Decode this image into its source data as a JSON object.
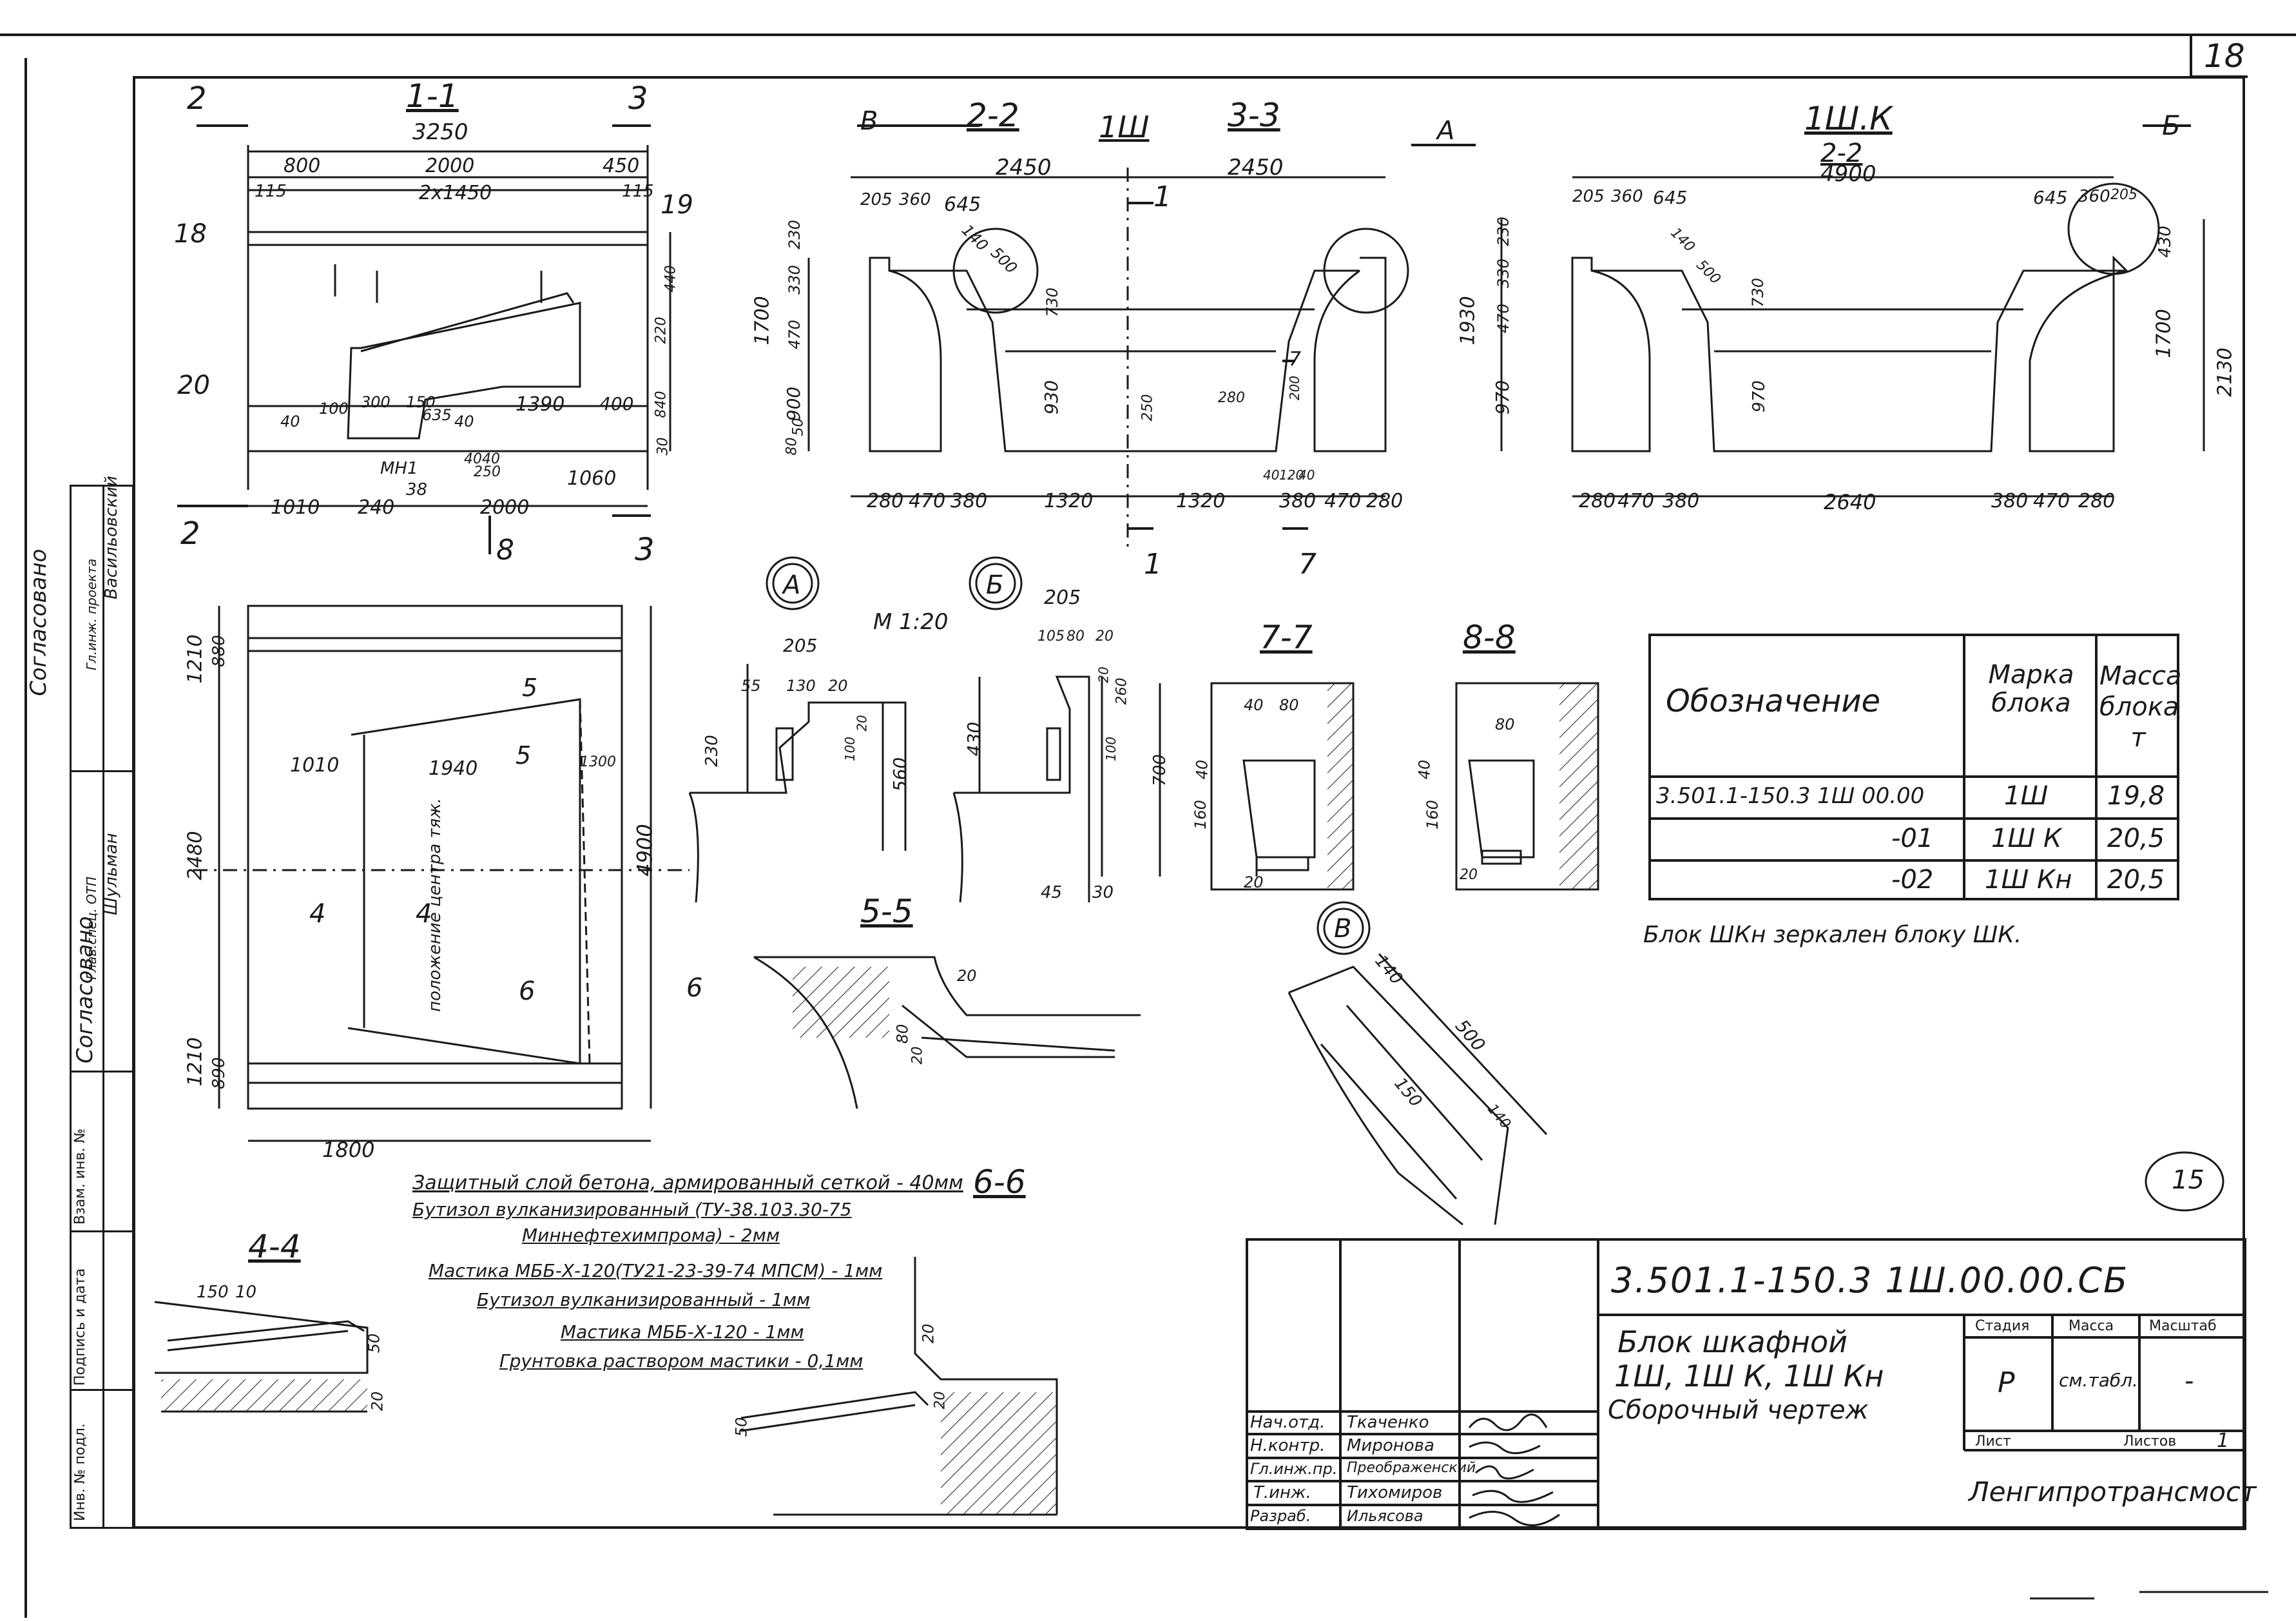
{
  "sheet": {
    "number": "18",
    "stamp_mark": "15"
  },
  "side_stamp": {
    "agreed_1": "Согласовано",
    "agreed_1_role": "Гл.инж. проекта",
    "agreed_1_name": "Васильовский",
    "agreed_2": "Согласовано",
    "agreed_2_role": "Глав.спец. ОТП",
    "agreed_2_name": "Шульман",
    "cells": [
      "Взам. инв. №",
      "Подпись и дата",
      "Инв. № подл."
    ]
  },
  "views": {
    "section_1_1": {
      "title": "1-1",
      "cut_marks": [
        "2",
        "3",
        "2",
        "3",
        "8"
      ],
      "dims": [
        "3250",
        "800",
        "2000",
        "450",
        "115",
        "2x1450",
        "115",
        "1010",
        "240",
        "2000",
        "1060",
        "1390",
        "400",
        "300",
        "100",
        "40",
        "150",
        "635",
        "40",
        "250",
        "4040",
        "38"
      ],
      "positions": [
        "18",
        "19",
        "20"
      ],
      "right_dims": [
        "440",
        "220",
        "840",
        "30"
      ],
      "label_mn": "МН1"
    },
    "section_2_2_3_3": {
      "title_left": "2-2",
      "title_center": "1Ш",
      "title_right": "3-3",
      "callouts": [
        "В",
        "А"
      ],
      "dims_top": [
        "2450",
        "2450",
        "205",
        "360",
        "645",
        "140",
        "500"
      ],
      "dims_left": [
        "1700",
        "470",
        "330",
        "230",
        "900",
        "80",
        "50"
      ],
      "dims_bottom": [
        "280",
        "470",
        "380",
        "1320",
        "1320",
        "380",
        "470",
        "280"
      ],
      "dims_inner": [
        "730",
        "930",
        "250",
        "280",
        "200",
        "40",
        "120",
        "40"
      ],
      "cut_marks": [
        "1",
        "1",
        "7",
        "7"
      ]
    },
    "section_1shk": {
      "title": "1Ш.К",
      "subtitle": "2-2",
      "width": "4900",
      "callout": "Б",
      "dims_top": [
        "205",
        "360",
        "645",
        "645",
        "360",
        "205",
        "140",
        "500"
      ],
      "dims_left": [
        "1930",
        "470",
        "330",
        "230",
        "970"
      ],
      "dims_right": [
        "1700",
        "2130",
        "430"
      ],
      "dims_bottom": [
        "280",
        "470",
        "380",
        "2640",
        "380",
        "470",
        "280"
      ],
      "dims_inner": [
        "730",
        "970"
      ]
    },
    "plan": {
      "dims_left": [
        "1210",
        "880",
        "2480",
        "1210",
        "890"
      ],
      "dims_inner": [
        "1010",
        "1940",
        "1300",
        "1800"
      ],
      "dims_right": [
        "4900"
      ],
      "cut_marks": [
        "5",
        "5",
        "4",
        "4",
        "6",
        "6"
      ],
      "note": "положение центра тяж."
    },
    "detail_A": {
      "callout": "А",
      "scale": "М 1:20",
      "dims": [
        "205",
        "55",
        "130",
        "20",
        "230",
        "560",
        "100",
        "20"
      ]
    },
    "detail_B": {
      "callout": "Б",
      "dims": [
        "205",
        "105",
        "80",
        "20",
        "430",
        "100",
        "260",
        "20",
        "45",
        "30"
      ]
    },
    "section_7_7": {
      "title": "7-7",
      "dims": [
        "40",
        "80",
        "40",
        "160",
        "700",
        "20"
      ]
    },
    "section_8_8": {
      "title": "8-8",
      "dims": [
        "80",
        "40",
        "160",
        "20"
      ]
    },
    "section_5_5": {
      "title": "5-5",
      "dims": [
        "20",
        "80",
        "20"
      ]
    },
    "detail_V": {
      "callout": "В",
      "dims": [
        "140",
        "500",
        "150",
        "140"
      ]
    },
    "section_4_4": {
      "title": "4-4",
      "dims": [
        "150",
        "10",
        "50",
        "20"
      ]
    },
    "section_6_6": {
      "title": "6-6",
      "dims": [
        "20",
        "50",
        "20"
      ]
    }
  },
  "layers_legend": [
    "Защитный слой бетона, армированный сеткой - 40мм",
    "Бутизол вулканизированный (ТУ-38.103.30-75",
    "Миннефтехимпрома) - 2мм",
    "Мастика МББ-Х-120(ТУ21-23-39-74 МПСМ) - 1мм",
    "Бутизол вулканизированный - 1мм",
    "Мастика МББ-Х-120 - 1мм",
    "Грунтовка раствором мастики - 0,1мм"
  ],
  "spec_table": {
    "headers": [
      "Обозначение",
      "Марка блока",
      "Масса блока т"
    ],
    "rows": [
      [
        "3.501.1-150.3 1Ш 00.00",
        "1Ш",
        "19,8"
      ],
      [
        "-01",
        "1Ш К",
        "20,5"
      ],
      [
        "-02",
        "1Ш Кн",
        "20,5"
      ]
    ],
    "note": "Блок ШКн зеркален блоку ШК."
  },
  "title_block": {
    "doc_code": "3.501.1-150.3 1Ш.00.00.СБ",
    "title_line1": "Блок шкафной",
    "title_line2": "1Ш, 1Ш К, 1Ш Кн",
    "title_line3": "Сборочный чертеж",
    "stage_label": "Стадия",
    "mass_label": "Масса",
    "scale_label": "Масштаб",
    "stage_value": "Р",
    "mass_value": "см.табл.",
    "scale_value": "-",
    "sheet_label": "Лист",
    "sheets_label": "Листов",
    "sheets_value": "1",
    "organization": "Ленгипротрансмост",
    "signers": [
      {
        "role": "Нач.отд.",
        "name": "Ткаченко"
      },
      {
        "role": "Н.контр.",
        "name": "Миронова"
      },
      {
        "role": "Гл.инж.пр.",
        "name": "Преображенский"
      },
      {
        "role": "Т.инж.",
        "name": "Тихомиров"
      },
      {
        "role": "Разраб.",
        "name": "Ильясова"
      }
    ]
  }
}
